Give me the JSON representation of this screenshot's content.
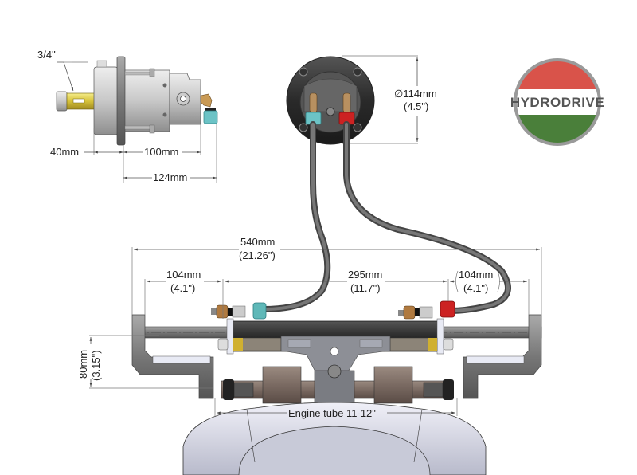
{
  "logo": {
    "text": "HYDRODRIVE",
    "colors": {
      "top": "#d9534a",
      "middle": "#ffffff",
      "bottom": "#4a7f3a",
      "ring": "#9a9a9a",
      "text": "#555555"
    }
  },
  "helm_side_view": {
    "shaft_label": "3/4\"",
    "dimensions": {
      "shaft_length": "40mm",
      "body_length": "100mm",
      "total_length": "124mm"
    }
  },
  "helm_front_view": {
    "diameter_mm": "∅114mm",
    "diameter_in": "(4.5\")"
  },
  "cylinder_assembly": {
    "overall_mm": "540mm",
    "overall_in": "(21.26\")",
    "left_arm_mm": "104mm",
    "left_arm_in": "(4.1\")",
    "center_mm": "295mm",
    "center_in": "(11.7\")",
    "right_arm_mm": "104mm",
    "right_arm_in": "(4.1\")",
    "drop_mm": "80mm",
    "drop_in": "(3.15\")",
    "engine_tube": "Engine tube 11-12\""
  },
  "colors": {
    "fitting_blue": "#5fb8b8",
    "fitting_red": "#cc2222",
    "brass": "#b07a40",
    "hose": "#555555",
    "cylinder": "#2e2e2e",
    "bracket": "#8a8c92",
    "engine": "#dcdde8"
  }
}
